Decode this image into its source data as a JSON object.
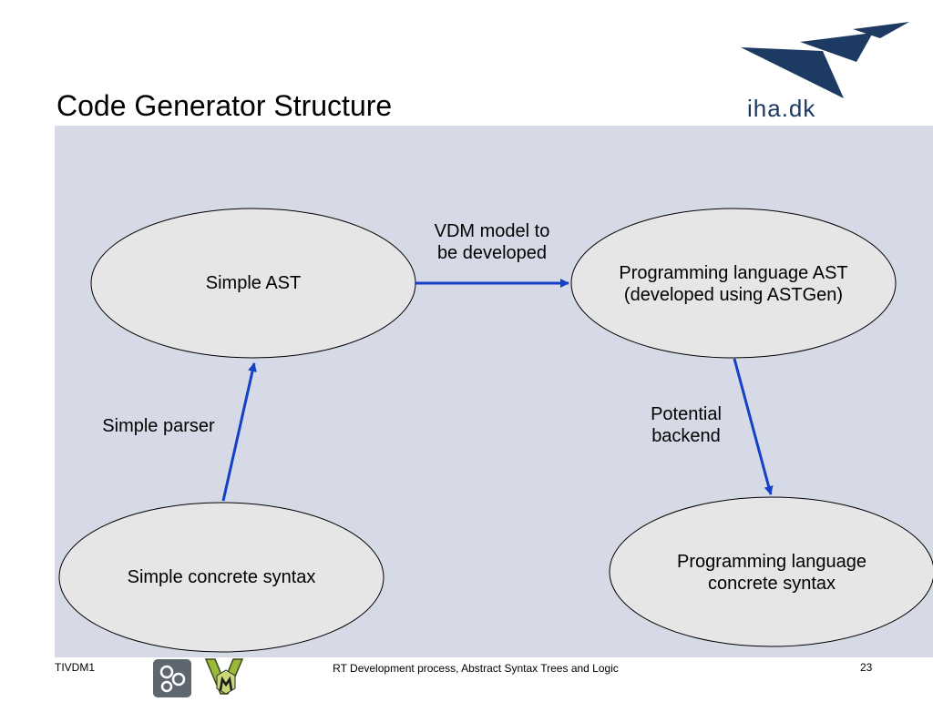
{
  "slide": {
    "title": "Code Generator Structure",
    "logo_text": "iha.dk"
  },
  "diagram": {
    "nodes": [
      {
        "id": "simple-ast",
        "label": "Simple AST"
      },
      {
        "id": "pl-ast",
        "label": "Programming language AST\n(developed using ASTGen)"
      },
      {
        "id": "simple-concrete",
        "label": "Simple concrete syntax"
      },
      {
        "id": "pl-concrete",
        "label": "Programming language\nconcrete syntax"
      }
    ],
    "edges": [
      {
        "from": "simple-ast",
        "to": "pl-ast",
        "label": "VDM model to\nbe developed"
      },
      {
        "from": "simple-concrete",
        "to": "simple-ast",
        "label": "Simple parser"
      },
      {
        "from": "pl-ast",
        "to": "pl-concrete",
        "label": "Potential\nbackend"
      }
    ]
  },
  "footer": {
    "left": "TIVDM1",
    "center": "RT Development process, Abstract Syntax Trees and Logic",
    "page_number": "23"
  },
  "colors": {
    "background": "#d6dae6",
    "node_fill": "#e6e6e6",
    "arrow": "#1440c8",
    "logo": "#1d3a63"
  },
  "icons": {
    "top_right": "iha-logo-icon",
    "footer_1": "overture-logo-icon",
    "footer_2": "vdm-logo-icon"
  }
}
